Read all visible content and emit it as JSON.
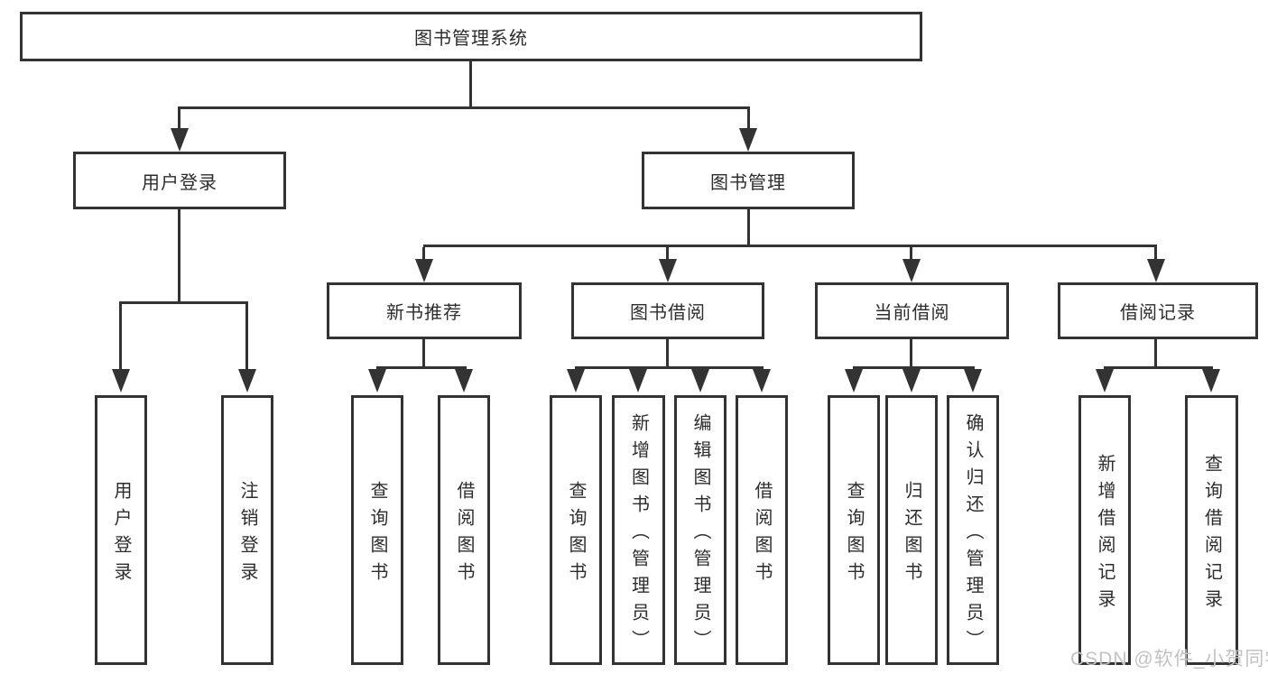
{
  "colors": {
    "line": "#333333",
    "node_border": "#333333",
    "text": "#2d2d2d",
    "watermark": "#c2c2c2",
    "background": "#ffffff"
  },
  "watermark": "CSDN @软件_小贺同学",
  "tree": {
    "root": {
      "label": "图书管理系统"
    },
    "branches": [
      {
        "label": "用户登录",
        "children": [
          {
            "label": "用户登录"
          },
          {
            "label": "注销登录"
          }
        ]
      },
      {
        "label": "图书管理",
        "children": [
          {
            "label": "新书推荐",
            "children": [
              {
                "label": "查询图书"
              },
              {
                "label": "借阅图书"
              }
            ]
          },
          {
            "label": "图书借阅",
            "children": [
              {
                "label": "查询图书"
              },
              {
                "label": "新增图书（管理员）"
              },
              {
                "label": "编辑图书（管理员）"
              },
              {
                "label": "借阅图书"
              }
            ]
          },
          {
            "label": "当前借阅",
            "children": [
              {
                "label": "查询图书"
              },
              {
                "label": "归还图书"
              },
              {
                "label": "确认归还（管理员）"
              }
            ]
          },
          {
            "label": "借阅记录",
            "children": [
              {
                "label": "新增借阅记录"
              },
              {
                "label": "查询借阅记录"
              }
            ]
          }
        ]
      }
    ]
  }
}
